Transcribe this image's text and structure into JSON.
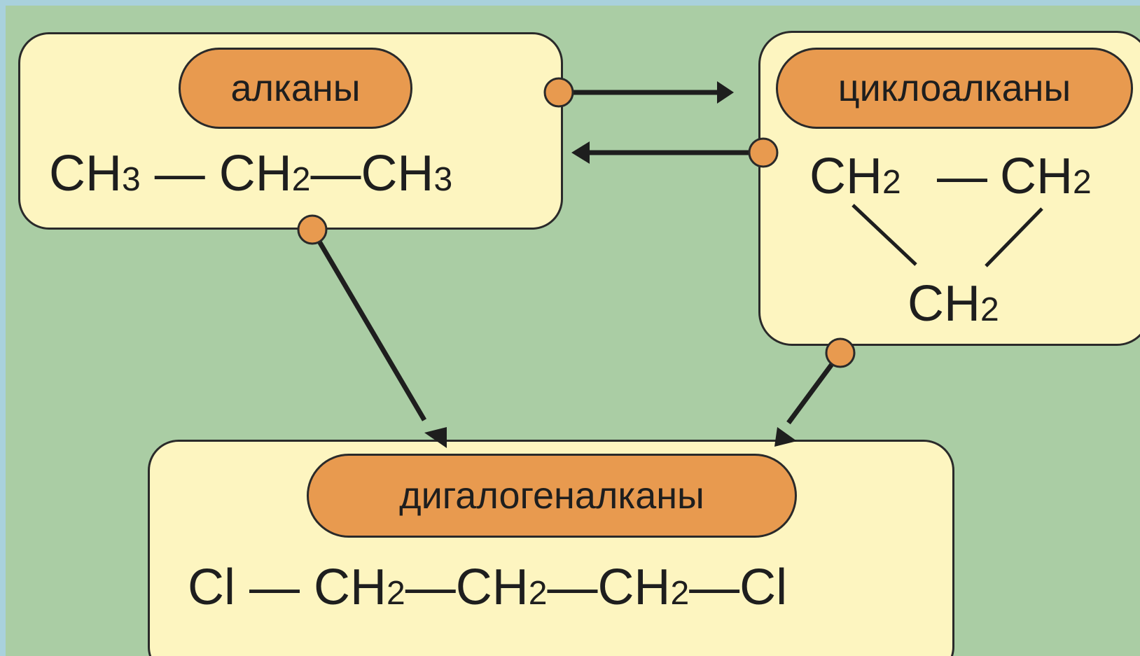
{
  "colors": {
    "frame": "#a9d1dc",
    "background": "#aacda4",
    "box_fill": "#fdf5c0",
    "pill_fill": "#e89a4f",
    "stroke": "#2a2a2a"
  },
  "nodes": {
    "alkanes": {
      "label": "алканы",
      "formula": {
        "g1": "CH",
        "g1_sub": "3",
        "b1": "—",
        "g2": "CH",
        "g2_sub": "2",
        "b2": "—",
        "g3": "CH",
        "g3_sub": "3"
      }
    },
    "cycloalkanes": {
      "label": "циклоалканы",
      "formula": {
        "top_left": "CH",
        "top_left_sub": "2",
        "bond_top": "—",
        "top_right": "CH",
        "top_right_sub": "2",
        "bottom": "CH",
        "bottom_sub": "2"
      }
    },
    "dihaloalkanes": {
      "label": "дигалогеналканы",
      "formula": {
        "a1": "Cl",
        "b1": "—",
        "a2": "CH",
        "a2_sub": "2",
        "b2": "—",
        "a3": "CH",
        "a3_sub": "2",
        "b3": "—",
        "a4": "CH",
        "a4_sub": "2",
        "b4": "—",
        "a5": "Cl"
      }
    }
  },
  "edges": [
    {
      "from": "alkanes",
      "to": "cycloalkanes"
    },
    {
      "from": "cycloalkanes",
      "to": "alkanes"
    },
    {
      "from": "alkanes",
      "to": "dihaloalkanes"
    },
    {
      "from": "cycloalkanes",
      "to": "dihaloalkanes"
    }
  ]
}
